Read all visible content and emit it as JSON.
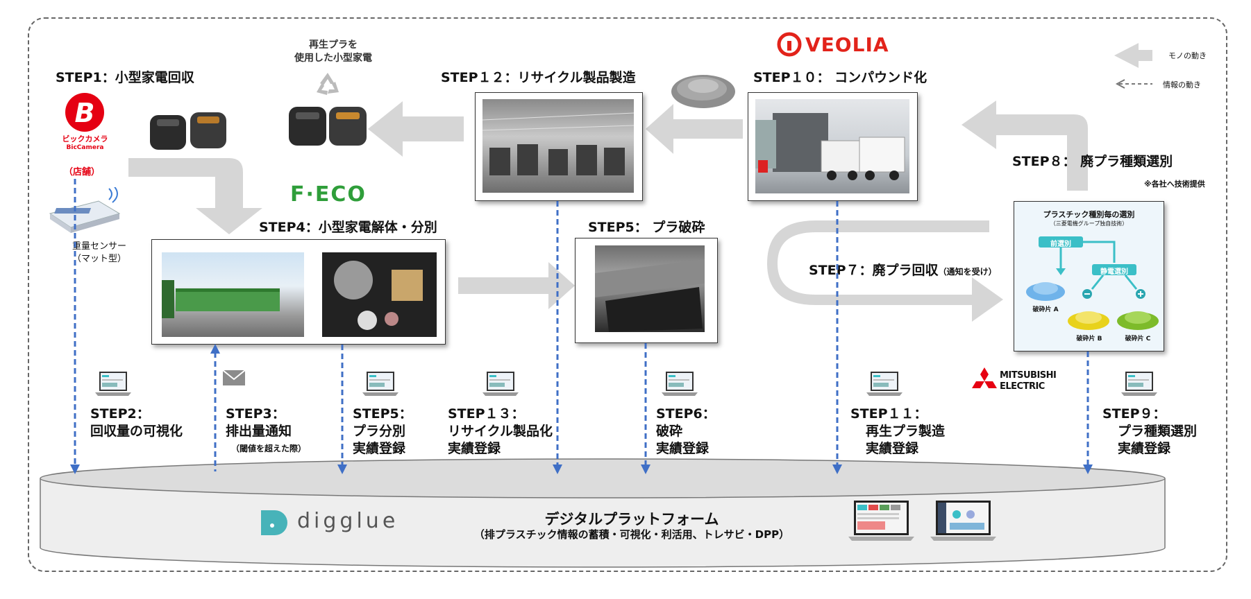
{
  "legend": {
    "goods": "モノの動き",
    "info": "情報の動き"
  },
  "note": "※各社へ技術提供",
  "logos": {
    "bic_text": "ビックカメラ",
    "bic_sub": "BicCamera",
    "feco": "F·ECO",
    "veolia": "VEOLIA",
    "mitsubishi_1": "MITSUBISHI",
    "mitsubishi_2": "ELECTRIC",
    "digglue": "digglue"
  },
  "store": "（店舗）",
  "sensor": {
    "line1": "重量センサー",
    "line2": "（マット型）"
  },
  "recycled_product": {
    "line1": "再生プラを",
    "line2": "使用した小型家電"
  },
  "steps": {
    "s1": "STEP1：小型家電回収",
    "s12": "STEP１２：リサイクル製品製造",
    "s10": "STEP１０： コンパウンド化",
    "s8": "STEP８： 廃プラ種類選別",
    "s4": "STEP4：小型家電解体・分別",
    "s5": "STEP5： プラ破砕",
    "s7": "STEP７：廃プラ回収",
    "s7_note": "（通知を受け）"
  },
  "sorting": {
    "title": "プラスチック種別毎の選別",
    "subtitle": "（三菱電機グループ独自技術）",
    "pre": "前選別",
    "electro": "静電選別",
    "a": "破砕片 A",
    "b": "破砕片 B",
    "c": "破砕片 C"
  },
  "info_labels": {
    "i2": {
      "line1": "STEP2：",
      "line2": "回収量の可視化"
    },
    "i3": {
      "line1": "STEP3：",
      "line2": "排出量通知",
      "line3": "（閾値を超えた際）"
    },
    "i5": {
      "line1": "STEP5：",
      "line2": "プラ分別",
      "line3": "実績登録"
    },
    "i13": {
      "line1": "STEP１３：",
      "line2": "リサイクル製品化",
      "line3": "実績登録"
    },
    "i6": {
      "line1": "STEP6：",
      "line2": "破砕",
      "line3": "実績登録"
    },
    "i11": {
      "line1": "STEP１１：",
      "line2": "再生プラ製造",
      "line3": "実績登録"
    },
    "i9": {
      "line1": "STEP９：",
      "line2": "プラ種類選別",
      "line3": "実績登録"
    }
  },
  "platform": {
    "title": "デジタルプラットフォーム",
    "subtitle": "（排プラスチック情報の蓄積・可視化・利活用、トレサビ・DPP）"
  }
}
